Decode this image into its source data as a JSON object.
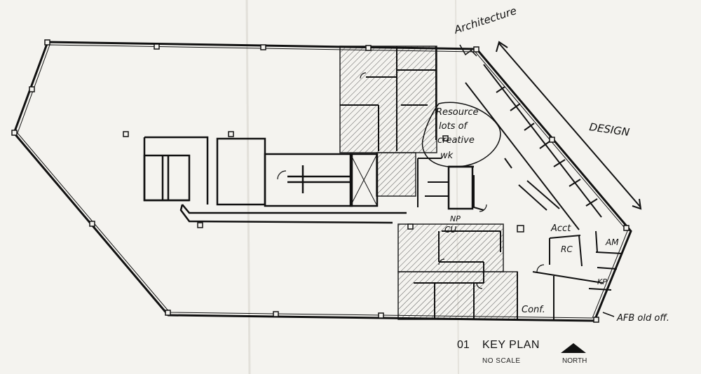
{
  "title_block": {
    "number": "01",
    "title": "KEY PLAN",
    "scale_note": "NO SCALE",
    "north_label": "NORTH"
  },
  "annotations": {
    "architecture": "Architecture",
    "design": "DESIGN",
    "resource_line1": "Resource",
    "resource_line2": "lots of",
    "resource_line3": "creative",
    "resource_line4": "wk",
    "acct": "Acct",
    "rc": "RC",
    "am": "AM",
    "kp": "KP",
    "conf": "Conf.",
    "afb_old_office": "AFB old off.",
    "np": "NP",
    "cu": "CU"
  },
  "colors": {
    "ink": "#111111",
    "paper": "#f4f3ef",
    "hatch": "#555555"
  }
}
